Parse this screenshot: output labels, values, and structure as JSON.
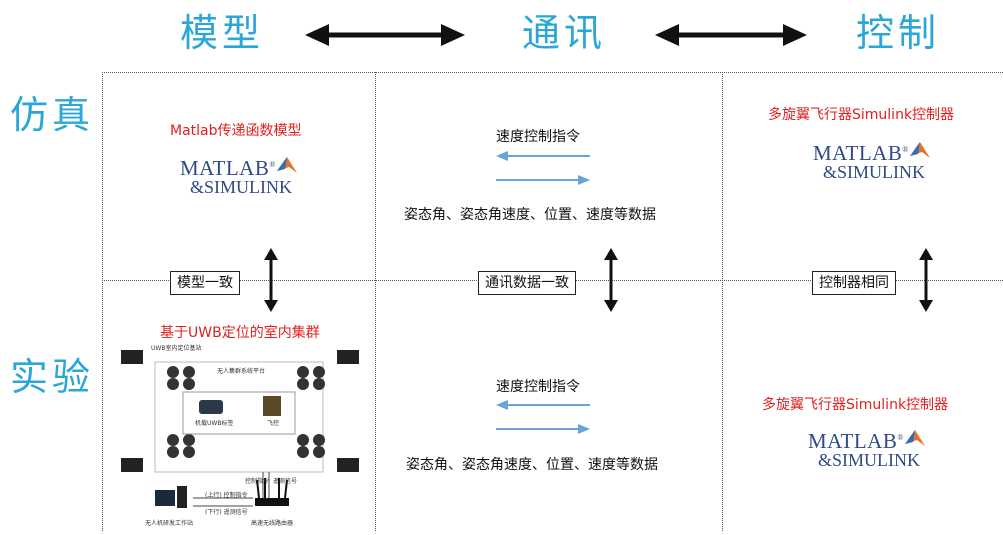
{
  "headers": {
    "model": "模型",
    "comm": "通讯",
    "control": "控制",
    "sim": "仿真",
    "exp": "实验"
  },
  "sim": {
    "model_title": "Matlab传递函数模型",
    "comm_top": "速度控制指令",
    "comm_bottom": "姿态角、姿态角速度、位置、速度等数据",
    "control_title": "多旋翼飞行器Simulink控制器"
  },
  "consistency": {
    "model": "模型一致",
    "comm": "通讯数据一致",
    "control": "控制器相同"
  },
  "exp": {
    "model_title": "基于UWB定位的室内集群",
    "comm_top": "速度控制指令",
    "comm_bottom": "姿态角、姿态角速度、位置、速度等数据",
    "control_title": "多旋翼飞行器Simulink控制器"
  },
  "logo": {
    "line1": "MATLAB",
    "line2": "&SIMULINK",
    "reg": "®"
  },
  "photo": {
    "base_label": "UWB室内定位基站",
    "platform_label": "无人集群系统平台",
    "uwb_tag": "机载UWB标签",
    "flight_ctrl": "飞控",
    "uplink": "(上行) 控制指令",
    "downlink": "(下行) 遥测信号",
    "side_left": "控制指令",
    "side_right": "遥测信号",
    "workstation": "无人机研发工作站",
    "router": "高速无线路由器"
  },
  "colors": {
    "header": "#2aa7d8",
    "red": "#e02020",
    "arrow_blue": "#6aa3d8",
    "logo": "#2f4a86",
    "logo_accent": "#e5722a"
  }
}
